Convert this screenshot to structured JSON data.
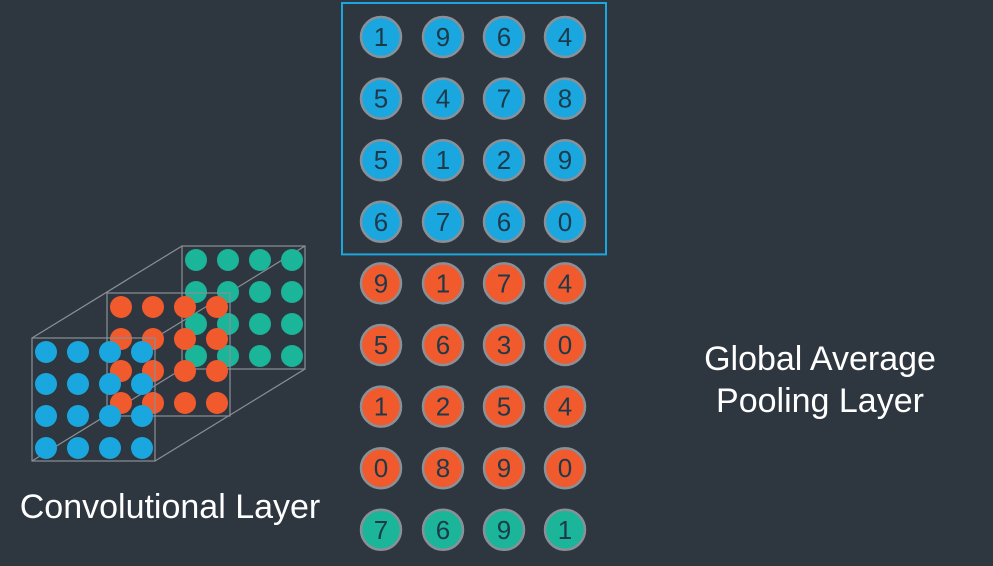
{
  "labels": {
    "conv_layer": "Convolutional Layer",
    "gap_line1": "Global Average",
    "gap_line2": "Pooling Layer"
  },
  "colors": {
    "background": "#2e3640",
    "blue": "#1aa7e0",
    "orange": "#f15a2c",
    "teal": "#1bb59a",
    "highlight_border": "#1aa7e0",
    "cube_lines": "#8a9097"
  },
  "cube": {
    "layers": [
      "teal",
      "orange",
      "blue"
    ],
    "grid": [
      4,
      4
    ]
  },
  "columns": [
    {
      "color": "blue",
      "highlighted": true,
      "values": [
        [
          1,
          9,
          6,
          4
        ],
        [
          5,
          4,
          7,
          8
        ],
        [
          5,
          1,
          2,
          9
        ],
        [
          6,
          7,
          6,
          0
        ]
      ]
    },
    {
      "color": "orange",
      "highlighted": false,
      "values": [
        [
          9,
          1,
          7,
          4
        ],
        [
          5,
          6,
          3,
          0
        ],
        [
          1,
          2,
          5,
          4
        ],
        [
          0,
          8,
          9,
          0
        ]
      ]
    },
    {
      "color": "teal",
      "highlighted": false,
      "values": [
        [
          7,
          6,
          9,
          1
        ]
      ]
    }
  ]
}
